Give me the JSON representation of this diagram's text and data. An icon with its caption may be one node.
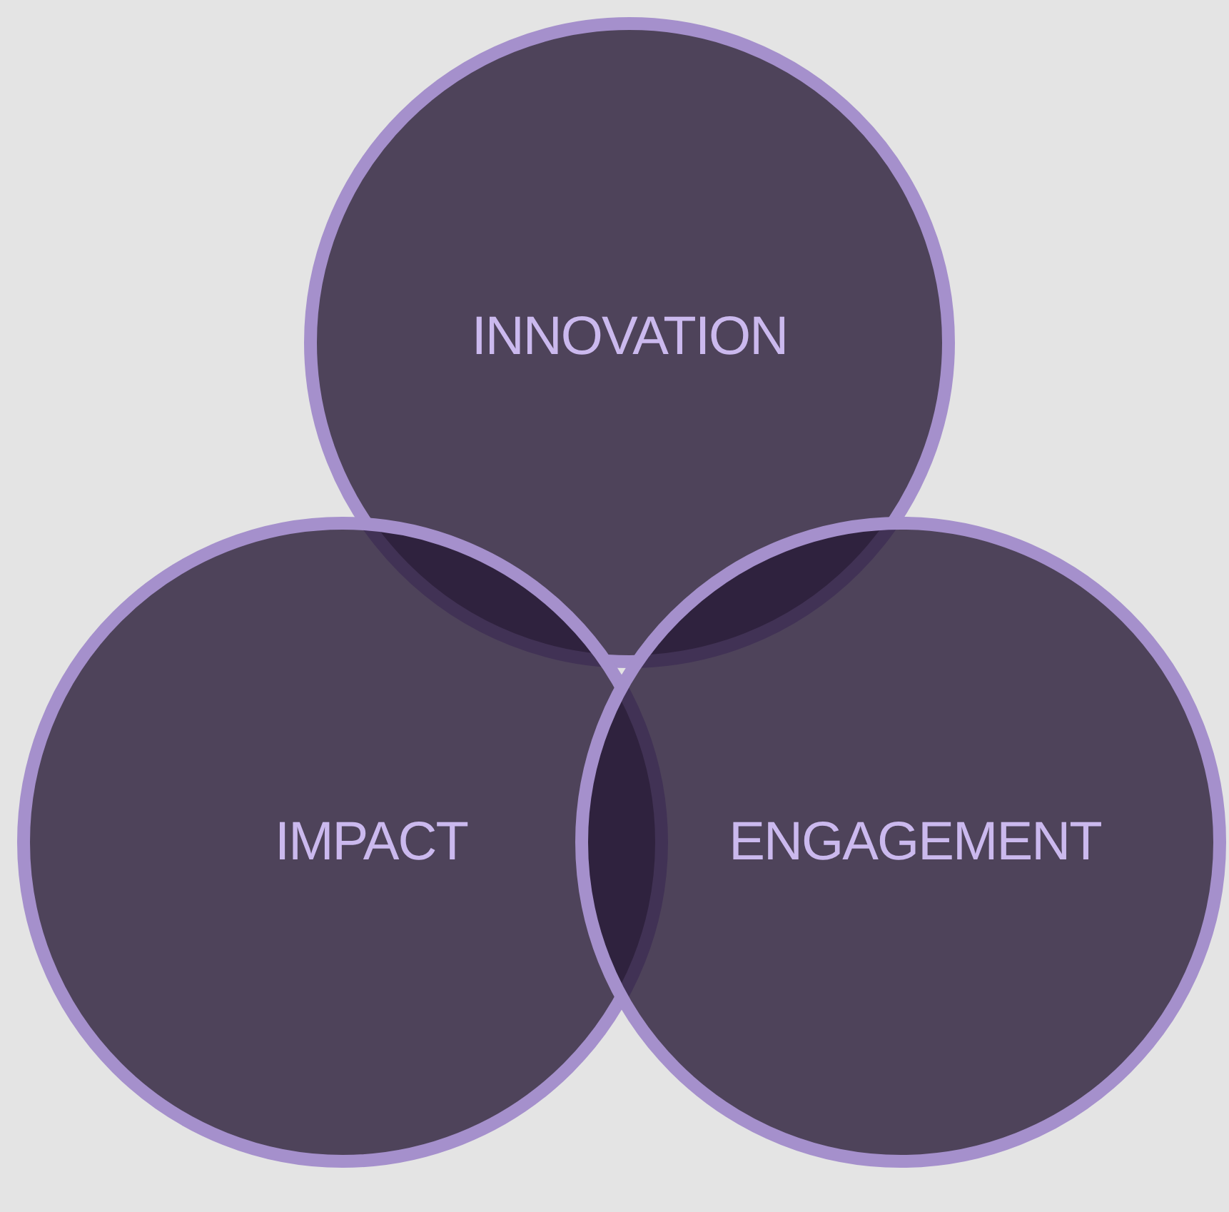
{
  "diagram": {
    "nodes": [
      {
        "text": [
          "INNOVATION"
        ]
      },
      {
        "text": [
          "IMPACT"
        ]
      },
      {
        "text": [
          "ENGAGEMENT"
        ]
      }
    ]
  }
}
